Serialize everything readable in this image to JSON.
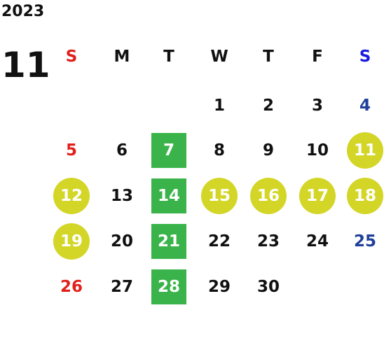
{
  "calendar": {
    "year": "2023",
    "month": "11",
    "weekdays": [
      {
        "label": "S",
        "kind": "sun"
      },
      {
        "label": "M",
        "kind": "wk"
      },
      {
        "label": "T",
        "kind": "wk"
      },
      {
        "label": "W",
        "kind": "wk"
      },
      {
        "label": "T",
        "kind": "wk"
      },
      {
        "label": "F",
        "kind": "wk"
      },
      {
        "label": "S",
        "kind": "sat"
      }
    ],
    "weeks": [
      [
        null,
        null,
        null,
        {
          "d": "1"
        },
        {
          "d": "2"
        },
        {
          "d": "3"
        },
        {
          "d": "4"
        }
      ],
      [
        {
          "d": "5"
        },
        {
          "d": "6"
        },
        {
          "d": "7",
          "mark": "square"
        },
        {
          "d": "8"
        },
        {
          "d": "9"
        },
        {
          "d": "10"
        },
        {
          "d": "11",
          "mark": "circle"
        }
      ],
      [
        {
          "d": "12",
          "mark": "circle"
        },
        {
          "d": "13"
        },
        {
          "d": "14",
          "mark": "square"
        },
        {
          "d": "15",
          "mark": "circle"
        },
        {
          "d": "16",
          "mark": "circle"
        },
        {
          "d": "17",
          "mark": "circle"
        },
        {
          "d": "18",
          "mark": "circle"
        }
      ],
      [
        {
          "d": "19",
          "mark": "circle"
        },
        {
          "d": "20"
        },
        {
          "d": "21",
          "mark": "square"
        },
        {
          "d": "22"
        },
        {
          "d": "23"
        },
        {
          "d": "24"
        },
        {
          "d": "25"
        }
      ],
      [
        {
          "d": "26"
        },
        {
          "d": "27"
        },
        {
          "d": "28",
          "mark": "square"
        },
        {
          "d": "29"
        },
        {
          "d": "30"
        },
        null,
        null
      ]
    ]
  },
  "colors": {
    "text": "#111111",
    "sunday_header": "#e0201b",
    "saturday_header": "#1a1adf",
    "sunday_date": "#e0201b",
    "saturday_date": "#1e3f9a",
    "marked_text": "#ffffff",
    "circle_fill": "#d3d626",
    "square_fill": "#3ab44a"
  }
}
